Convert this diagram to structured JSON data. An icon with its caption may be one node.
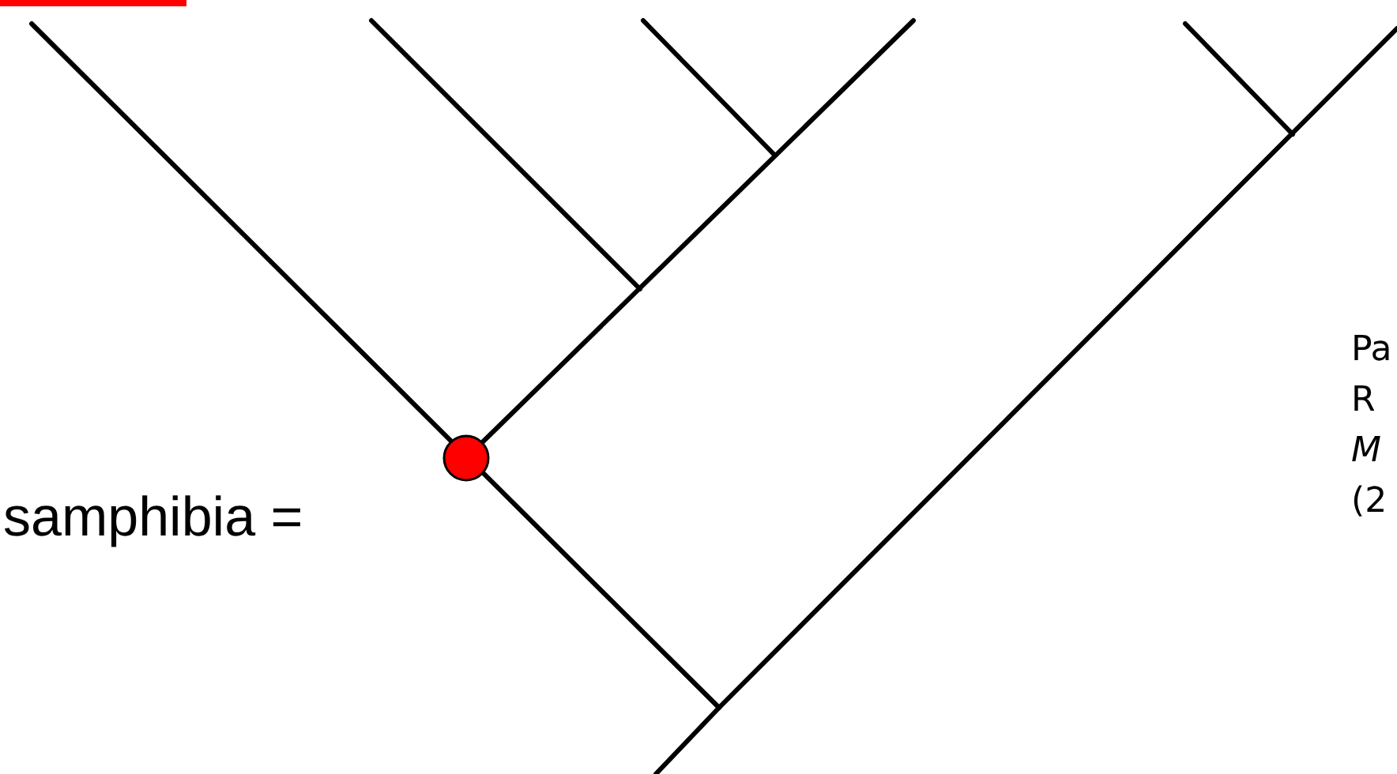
{
  "diagram": {
    "nodes": [
      {
        "text": [],
        "shape": "circle"
      }
    ],
    "labels": [
      "samphibia =",
      "Pa",
      "R",
      "*M*",
      "(2"
    ]
  }
}
